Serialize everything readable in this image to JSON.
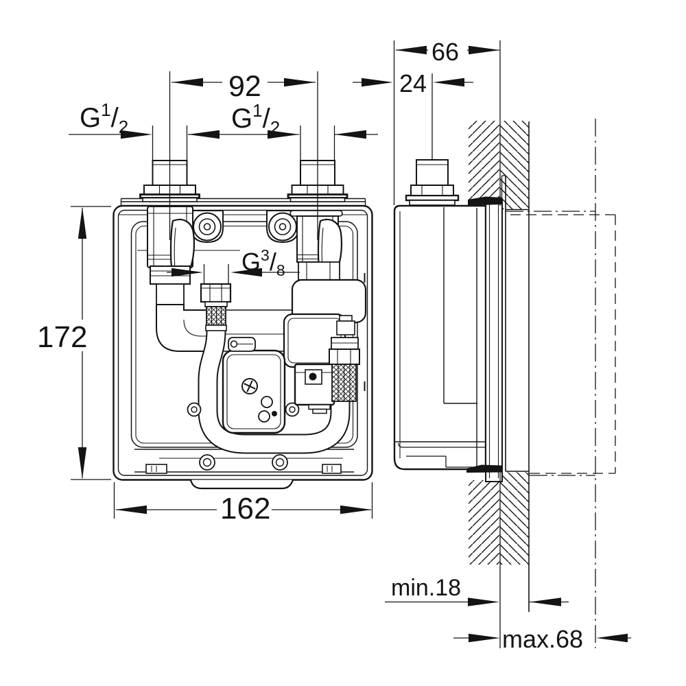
{
  "drawing": {
    "front_view": {
      "dim_port_spacing": "92",
      "dim_height": "172",
      "dim_width": "162",
      "thread_left": {
        "base": "G",
        "numerator": "1",
        "slash": "/",
        "denominator": "2"
      },
      "thread_right": {
        "base": "G",
        "numerator": "1",
        "slash": "/",
        "denominator": "2"
      },
      "thread_outlet": {
        "base": "G",
        "numerator": "3",
        "slash": "/",
        "denominator": "8"
      }
    },
    "side_view": {
      "dim_depth": "66",
      "dim_stud_offset": "24",
      "dim_wall_min": "min.18",
      "dim_wall_max": "max.68"
    },
    "colors": {
      "line": "#141414",
      "background": "#ffffff"
    }
  }
}
